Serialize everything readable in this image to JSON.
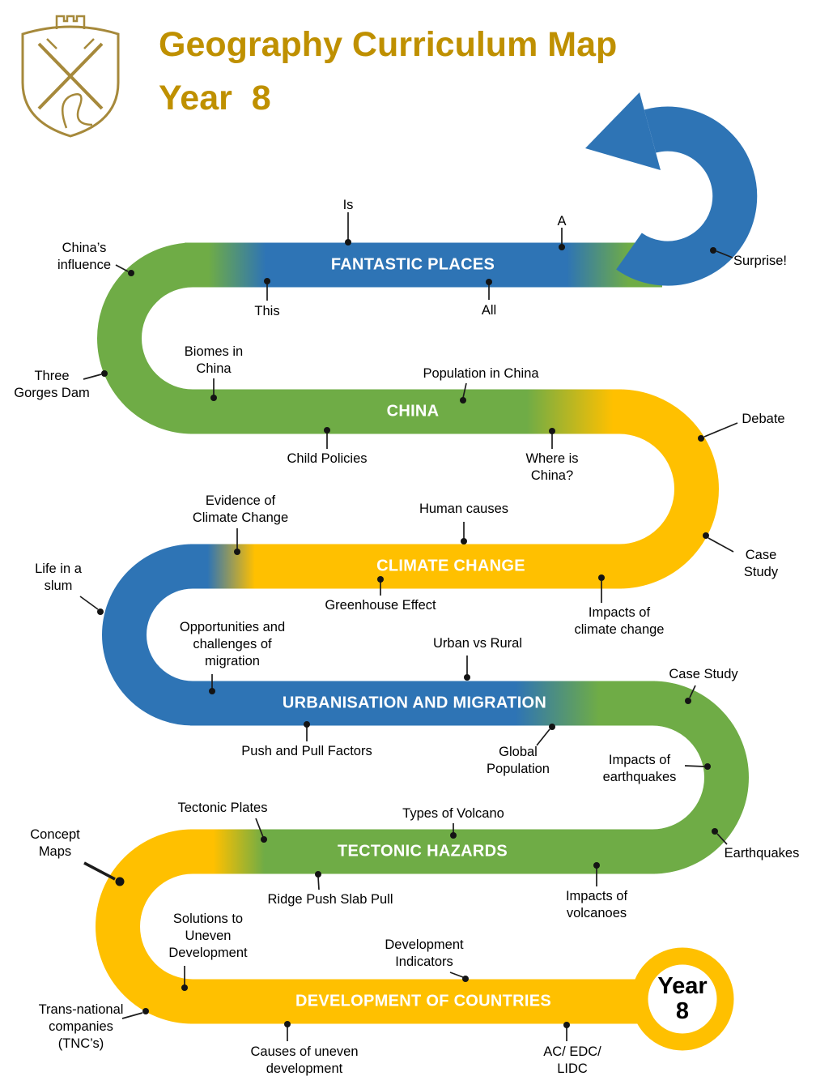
{
  "header": {
    "title_line1": "Geography Curriculum Map",
    "title_line2": "Year  8"
  },
  "colors": {
    "blue": "#2E74B5",
    "green": "#6FAC46",
    "yellow": "#FFC000",
    "title_gold": "#BF9000",
    "crest_gold": "#A6893B"
  },
  "badge": {
    "line1": "Year",
    "line2": "8"
  },
  "bands": [
    {
      "title": "FANTASTIC PLACES",
      "color": "blue",
      "callouts": [
        "Is",
        "A",
        "China’s\ninfluence",
        "Surprise!",
        "This",
        "All"
      ]
    },
    {
      "title": "CHINA",
      "color": "green",
      "callouts": [
        "Biomes in\nChina",
        "Population in China",
        "Three\nGorges Dam",
        "Child Policies",
        "Where is\nChina?",
        "Debate"
      ]
    },
    {
      "title": "CLIMATE CHANGE",
      "color": "yellow",
      "callouts": [
        "Evidence of\nClimate Change",
        "Human causes",
        "Life in a\nslum",
        "Greenhouse Effect",
        "Impacts of\nclimate change",
        "Case Study"
      ]
    },
    {
      "title": "URBANISATION AND MIGRATION",
      "color": "blue",
      "callouts": [
        "Opportunities and\nchallenges of\nmigration",
        "Urban vs Rural",
        "Case Study",
        "Push and Pull Factors",
        "Global\nPopulation",
        "Impacts of\nearthquakes"
      ]
    },
    {
      "title": "TECTONIC HAZARDS",
      "color": "green",
      "callouts": [
        "Tectonic Plates",
        "Types of Volcano",
        "Concept\nMaps",
        "Ridge Push Slab Pull",
        "Impacts of\nvolcanoes",
        "Earthquakes"
      ]
    },
    {
      "title": "DEVELOPMENT OF COUNTRIES",
      "color": "yellow",
      "callouts": [
        "Solutions to\nUneven\nDevelopment",
        "Development\nIndicators",
        "Trans-national\ncompanies\n(TNC’s)",
        "Causes of uneven\ndevelopment",
        "AC/ EDC/\nLIDC"
      ]
    }
  ]
}
